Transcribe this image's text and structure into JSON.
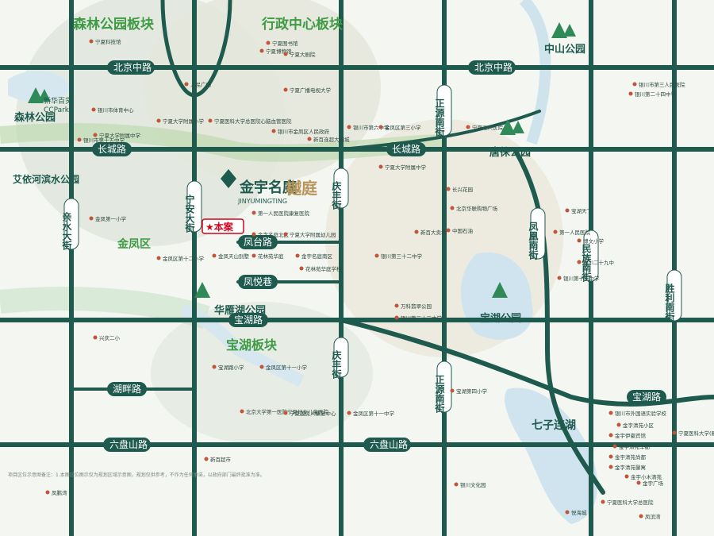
{
  "districts": {
    "forest_park": "森林公园板块",
    "admin_center": "行政中心板块",
    "jinfeng": "金凤区",
    "baohu": "宝湖板块"
  },
  "project": {
    "logo_main": "金宇名庭",
    "logo_sub": "JINYUMINGTING",
    "logo_tail": "樾庭",
    "marker": "★本案"
  },
  "roads": {
    "beijing_zhong_w": "北京中路",
    "beijing_zhong_e": "北京中路",
    "changcheng_w": "长城路",
    "changcheng_e": "长城路",
    "fengtai": "凤台路",
    "fengyue": "凤悦巷",
    "baohu_road": "宝湖路",
    "baohu_road_e": "宝湖路",
    "hupan": "湖畔路",
    "liupanshan_w": "六盘山路",
    "liupanshan_e": "六盘山路",
    "ningan": "宁安大街",
    "qingfeng_n": "庆丰街",
    "qingfeng_s": "庆丰街",
    "zhengyuan_n": "正源南街",
    "zhengyuan_s": "正源南街",
    "qinshui": "亲水大街",
    "fenghuang": "凤凰南街",
    "minzu": "民族南街",
    "shengli": "胜利南街"
  },
  "parks": {
    "forest": "森林公园",
    "aiyihe": "艾依河滨水公园",
    "zhongshan": "中山公园",
    "tanglai": "唐徕公园",
    "huayanhu": "华雁湖公园",
    "baohu": "宝湖公园",
    "qizilianhu": "七子连湖",
    "ccpark_1": "新华百货",
    "ccpark_2": "CCPark"
  },
  "pois": [
    {
      "label": "宁夏科技馆"
    },
    {
      "label": "宁夏图书馆"
    },
    {
      "label": "宁夏博物馆"
    },
    {
      "label": "宁夏大剧院"
    },
    {
      "label": "人民广场"
    },
    {
      "label": "宁夏广播电视大学"
    },
    {
      "label": "银川市体育中心"
    },
    {
      "label": "宁夏大学附属中学"
    },
    {
      "label": "宁夏医科大学总医院心脑血管医院"
    },
    {
      "label": "银川市金凤区人民政府"
    },
    {
      "label": "银川市第六中学"
    },
    {
      "label": "新百连超大阅城"
    },
    {
      "label": "宁夏工人医院"
    },
    {
      "label": "金凤区第三小学"
    },
    {
      "label": "银川市第三人民医院"
    },
    {
      "label": "银川第二十四中学"
    },
    {
      "label": "银川市第十五中学"
    },
    {
      "label": "宁夏大学附属小学"
    },
    {
      "label": "宁夏大学附属中学"
    },
    {
      "label": "长兴花园"
    },
    {
      "label": "北京华联购物广场"
    },
    {
      "label": "金凤第一小学"
    },
    {
      "label": "金凤天山别墅"
    },
    {
      "label": "第一人民医院康复医院"
    },
    {
      "label": "金字名庭北区"
    },
    {
      "label": "宁夏大学附属幼儿园"
    },
    {
      "label": "花林苑华庭"
    },
    {
      "label": "金宇名庭南区"
    },
    {
      "label": "花林苑华庭学校"
    },
    {
      "label": "金凤区第十二小学"
    },
    {
      "label": "银川第三十二中学"
    },
    {
      "label": "新百大卖场"
    },
    {
      "label": "中国石油"
    },
    {
      "label": "宝湖天下"
    },
    {
      "label": "第一人民医院"
    },
    {
      "label": "博文小学"
    },
    {
      "label": "银川二十九中"
    },
    {
      "label": "银川第十二中学"
    },
    {
      "label": "兴庆二小"
    },
    {
      "label": "万科翡翠公园"
    },
    {
      "label": "银川第二十二中学"
    },
    {
      "label": "宝湖路小学"
    },
    {
      "label": "北京大学第一医院宁夏妇女儿童医院"
    },
    {
      "label": "金凤区第十一小学"
    },
    {
      "label": "宁夏国民人康复中心"
    },
    {
      "label": "金凤区第十一中学"
    },
    {
      "label": "宝湖第四小学"
    },
    {
      "label": "银川市外国语实验学校"
    },
    {
      "label": "金字清苑小区"
    },
    {
      "label": "金宇伊豪宾馆"
    },
    {
      "label": "金宇清苑丰都"
    },
    {
      "label": "金宇清苑尚都"
    },
    {
      "label": "金字清苑馨寓"
    },
    {
      "label": "金宇小木清苑"
    },
    {
      "label": "金宇广场"
    },
    {
      "label": "宁夏医科大学总医院"
    },
    {
      "label": "凤滨湾"
    },
    {
      "label": "宁夏医科大学(雁湖校区)"
    },
    {
      "label": "新百超市"
    },
    {
      "label": "银川文化园"
    },
    {
      "label": "悦海城"
    },
    {
      "label": "凤鹏湾"
    }
  ],
  "disclaimer": "项目区位示意图备注：1.本图区位图示仅为规划区域示意图，规划仅供参考，不作为任何承诺，以政府部门最终批准为准。"
}
